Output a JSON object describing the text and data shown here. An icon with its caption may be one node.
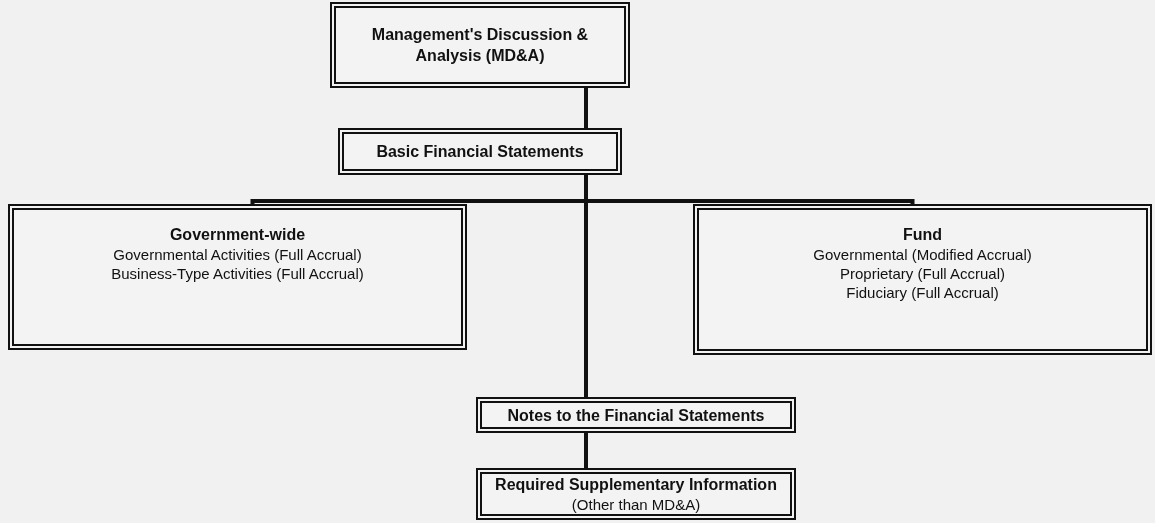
{
  "diagram": {
    "nodes": [
      {
        "text": [
          "Management's Discussion & Analysis (MD&A)"
        ]
      },
      {
        "text": [
          "Basic Financial Statements"
        ]
      },
      {
        "text": [
          "Government-wide",
          "Governmental Activities (Full Accrual)",
          "Business-Type Activities (Full Accrual)"
        ]
      },
      {
        "text": [
          "Fund",
          "Governmental (Modified Accrual)",
          "Proprietary (Full Accrual)",
          "Fiduciary (Full Accrual)"
        ]
      },
      {
        "text": [
          "Notes to the Financial Statements"
        ]
      },
      {
        "text": [
          "Required Supplementary Information",
          "(Other than MD&A)"
        ]
      }
    ],
    "edges": [
      {
        "from": 0,
        "to": 1,
        "arrow": "none"
      },
      {
        "from": 1,
        "to": 2,
        "arrow": "none"
      },
      {
        "from": 1,
        "to": 3,
        "arrow": "none"
      },
      {
        "from": 1,
        "to": 4,
        "arrow": "none"
      },
      {
        "from": 4,
        "to": 5,
        "arrow": "none"
      }
    ]
  }
}
